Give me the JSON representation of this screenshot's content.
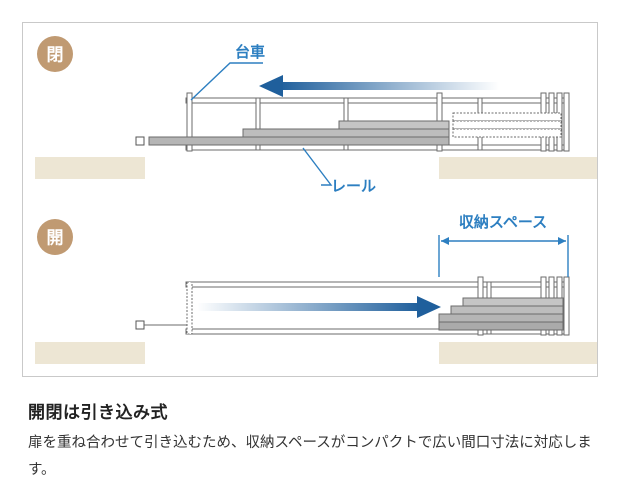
{
  "figure": {
    "closed_badge": "閉",
    "open_badge": "開",
    "label_carriage": "台車",
    "label_rail": "レール",
    "label_storage": "収納スペース"
  },
  "caption": {
    "heading": "開閉は引き込み式",
    "description": "扉を重ね合わせて引き込むため、収納スペースがコンパクトで広い間口寸法に対応します。"
  },
  "colors": {
    "badge": "#c09a72",
    "callout": "#2d7fc1",
    "arrow": "#1f5f9c",
    "floor": "#ede6d4",
    "panel": "#b5b5b5",
    "frame": "#6b6b6b"
  }
}
